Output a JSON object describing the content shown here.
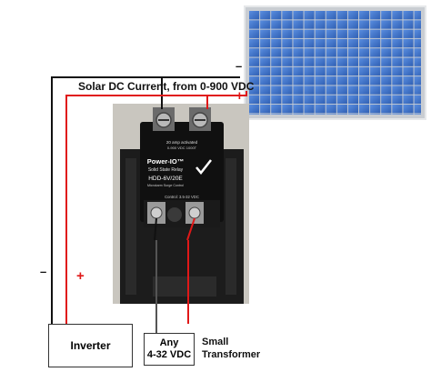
{
  "diagram": {
    "wire_label": "Solar DC Current, from 0-900 VDC",
    "panel_minus": "–",
    "panel_plus": "+",
    "left_minus": "–",
    "left_plus": "+",
    "inverter_label": "Inverter",
    "supply_line1": "Any",
    "supply_line2": "4-32 VDC",
    "transformer_line1": "Small",
    "transformer_line2": "Transformer",
    "relay": {
      "brand": "Power-IO™",
      "type": "Solid State Relay",
      "model": "HDD-6V/20E",
      "top_label": "20 amp activated",
      "top_rating": "0-900 VDC 1000T",
      "surge": "Microkarm Surge Control",
      "control_label": "Control: 3.5-32 VDC"
    },
    "colors": {
      "positive_wire": "#e01818",
      "negative_wire": "#111111",
      "panel_cell": "#3e74c9",
      "relay_body": "#1c1c1c"
    }
  }
}
